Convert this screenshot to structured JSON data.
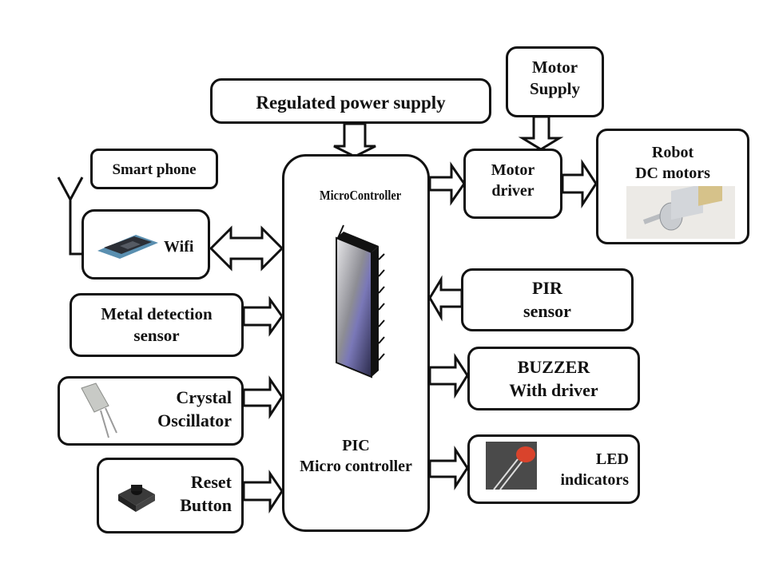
{
  "diagram": {
    "microcontroller": {
      "chip_caption": "MicroController",
      "line1": "PIC",
      "line2": "Micro controller"
    },
    "power_supply": "Regulated power supply",
    "motor_supply": {
      "line1": "Motor",
      "line2": "Supply"
    },
    "motor_driver": {
      "line1": "Motor",
      "line2": "driver"
    },
    "robot_motors": {
      "line1": "Robot",
      "line2": "DC motors",
      "image": "dc-gear-motor-photo"
    },
    "smart_phone": "Smart phone",
    "wifi": {
      "label": "Wifi",
      "image": "wifi-module-photo",
      "antenna": "antenna-icon"
    },
    "metal_sensor": {
      "line1": "Metal detection",
      "line2": "sensor"
    },
    "crystal": {
      "line1": "Crystal",
      "line2": "Oscillator",
      "image": "crystal-oscillator-photo"
    },
    "reset": {
      "line1": "Reset",
      "line2": "Button",
      "image": "tactile-switch-photo"
    },
    "pir": {
      "line1": "PIR",
      "line2": "sensor"
    },
    "buzzer": {
      "line1": "BUZZER",
      "line2": "With driver"
    },
    "led": {
      "line1": "LED",
      "line2": "indicators",
      "image": "red-led-photo"
    },
    "connections": [
      {
        "from": "Regulated power supply",
        "to": "PIC Micro controller",
        "direction": "down"
      },
      {
        "from": "Motor Supply",
        "to": "Motor driver",
        "direction": "down"
      },
      {
        "from": "PIC Micro controller",
        "to": "Motor driver",
        "direction": "right"
      },
      {
        "from": "Motor driver",
        "to": "Robot DC motors",
        "direction": "right"
      },
      {
        "from": "Wifi",
        "to": "PIC Micro controller",
        "direction": "bidirectional"
      },
      {
        "from": "Metal detection sensor",
        "to": "PIC Micro controller",
        "direction": "right"
      },
      {
        "from": "Crystal Oscillator",
        "to": "PIC Micro controller",
        "direction": "right"
      },
      {
        "from": "Reset Button",
        "to": "PIC Micro controller",
        "direction": "right"
      },
      {
        "from": "PIR sensor",
        "to": "PIC Micro controller",
        "direction": "left"
      },
      {
        "from": "PIC Micro controller",
        "to": "BUZZER With driver",
        "direction": "right"
      },
      {
        "from": "PIC Micro controller",
        "to": "LED indicators",
        "direction": "right"
      }
    ]
  }
}
